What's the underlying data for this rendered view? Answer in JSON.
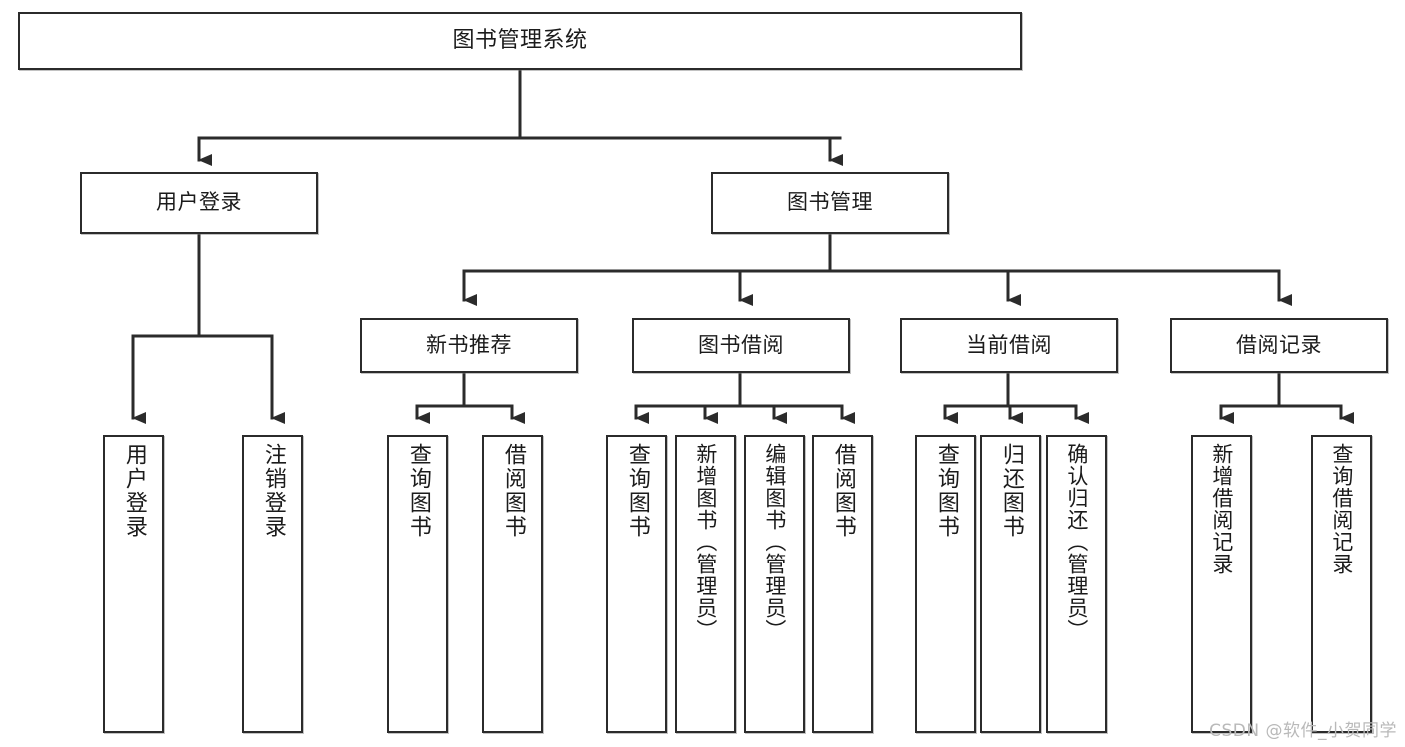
{
  "diagram": {
    "title": "图书管理系统",
    "type": "tree-hierarchy",
    "watermark": "CSDN @软件_小贺同学",
    "colors": {
      "background": "#ffffff",
      "node_border": "#2b2b2b",
      "node_fill": "#ffffff",
      "edge": "#2b2b2b",
      "text": "#1b1b1b",
      "watermark": "#b9b9b9"
    },
    "nodes": {
      "root": {
        "id": "n0",
        "label": "图书管理系统"
      },
      "level1": [
        {
          "id": "n1",
          "label": "用户登录"
        },
        {
          "id": "n2",
          "label": "图书管理"
        }
      ],
      "level2": [
        {
          "id": "n3",
          "label": "新书推荐",
          "parent": "n2"
        },
        {
          "id": "n4",
          "label": "图书借阅",
          "parent": "n2"
        },
        {
          "id": "n5",
          "label": "当前借阅",
          "parent": "n2"
        },
        {
          "id": "n6",
          "label": "借阅记录",
          "parent": "n2"
        }
      ],
      "leaves": [
        {
          "id": "l1",
          "label": "用户登录",
          "parent": "n1"
        },
        {
          "id": "l2",
          "label": "注销登录",
          "parent": "n1"
        },
        {
          "id": "l3",
          "label": "查询图书",
          "parent": "n3"
        },
        {
          "id": "l4",
          "label": "借阅图书",
          "parent": "n3"
        },
        {
          "id": "l5",
          "label": "查询图书",
          "parent": "n4"
        },
        {
          "id": "l6",
          "label": "新增图书（管理员）",
          "parent": "n4"
        },
        {
          "id": "l7",
          "label": "编辑图书（管理员）",
          "parent": "n4"
        },
        {
          "id": "l8",
          "label": "借阅图书",
          "parent": "n4"
        },
        {
          "id": "l9",
          "label": "查询图书",
          "parent": "n5"
        },
        {
          "id": "l10",
          "label": "归还图书",
          "parent": "n5"
        },
        {
          "id": "l11",
          "label": "确认归还（管理员）",
          "parent": "n5"
        },
        {
          "id": "l12",
          "label": "新增借阅记录",
          "parent": "n6"
        },
        {
          "id": "l13",
          "label": "查询借阅记录",
          "parent": "n6"
        }
      ]
    }
  }
}
